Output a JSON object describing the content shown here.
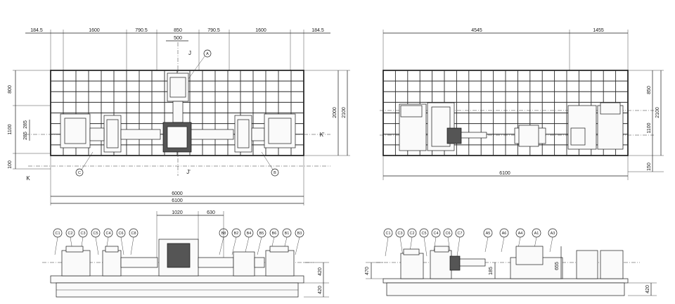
{
  "plan_view": {
    "top_dims": [
      "184.5",
      "1600",
      "790.5",
      "850",
      "790.5",
      "1600",
      "184.5"
    ],
    "sub_dim_500": "500",
    "left_dims": [
      "800",
      "1100",
      "285",
      "285",
      "100"
    ],
    "right_dims": [
      "2000",
      "2100"
    ],
    "bottom_dims": [
      "6000",
      "6100"
    ],
    "balloons": [
      "A",
      "C",
      "B"
    ],
    "section_labels": [
      "J",
      "J'",
      "K",
      "K'"
    ]
  },
  "side_plan_view": {
    "top_dims": [
      "4545",
      "1455"
    ],
    "right_dims": [
      "850",
      "1100",
      "2100",
      "150"
    ],
    "bottom_dim": "6100"
  },
  "front_view": {
    "top_dims": [
      "1020",
      "630"
    ],
    "balloons": [
      "C1",
      "C2",
      "C3",
      "C5",
      "C4",
      "C6",
      "C8",
      "B8",
      "B2",
      "B4",
      "B5",
      "B6",
      "B1",
      "B3"
    ],
    "right_dims": [
      "420",
      "420"
    ]
  },
  "side_view": {
    "balloons": [
      "C1",
      "C3",
      "C2",
      "C5",
      "C4",
      "C6",
      "C7",
      "A5",
      "A6",
      "A4",
      "A1",
      "A3"
    ],
    "dims": [
      "470",
      "185",
      "655",
      "420"
    ]
  }
}
